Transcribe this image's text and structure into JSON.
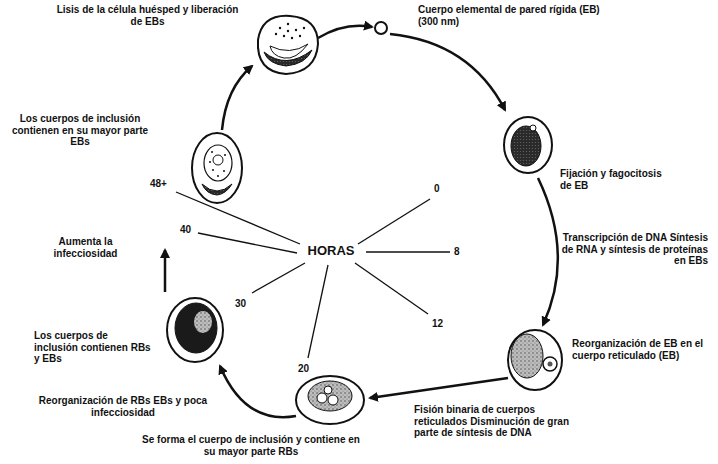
{
  "diagram": {
    "labels": [
      "Lisis de la célula huésped y liberación de EBs",
      "Cuerpo elemental de pared rígida (EB) (300 nm)",
      "Fijación y fagocitosis de EB",
      "Transcripción de DNA Síntesis de RNA y síntesis de proteínas en EBs",
      "Los cuerpos de inclusión contienen en su mayor parte EBs",
      "48+",
      "0",
      "40",
      "HORAS",
      "8",
      "Aumenta la infecciosidad",
      "12",
      "Reorganización de EB en el cuerpo reticulado (EB)",
      "Los cuerpos de inclusión contienen RBs y EBs",
      "30",
      "Reorganización de RBs EBs y poca infecciosidad",
      "20",
      "Fisión binaria de cuerpos reticulados Disminución de gran parte de síntesis de DNA",
      "Se forma el cuerpo de inclusión y contiene en su mayor parte RBs"
    ]
  }
}
